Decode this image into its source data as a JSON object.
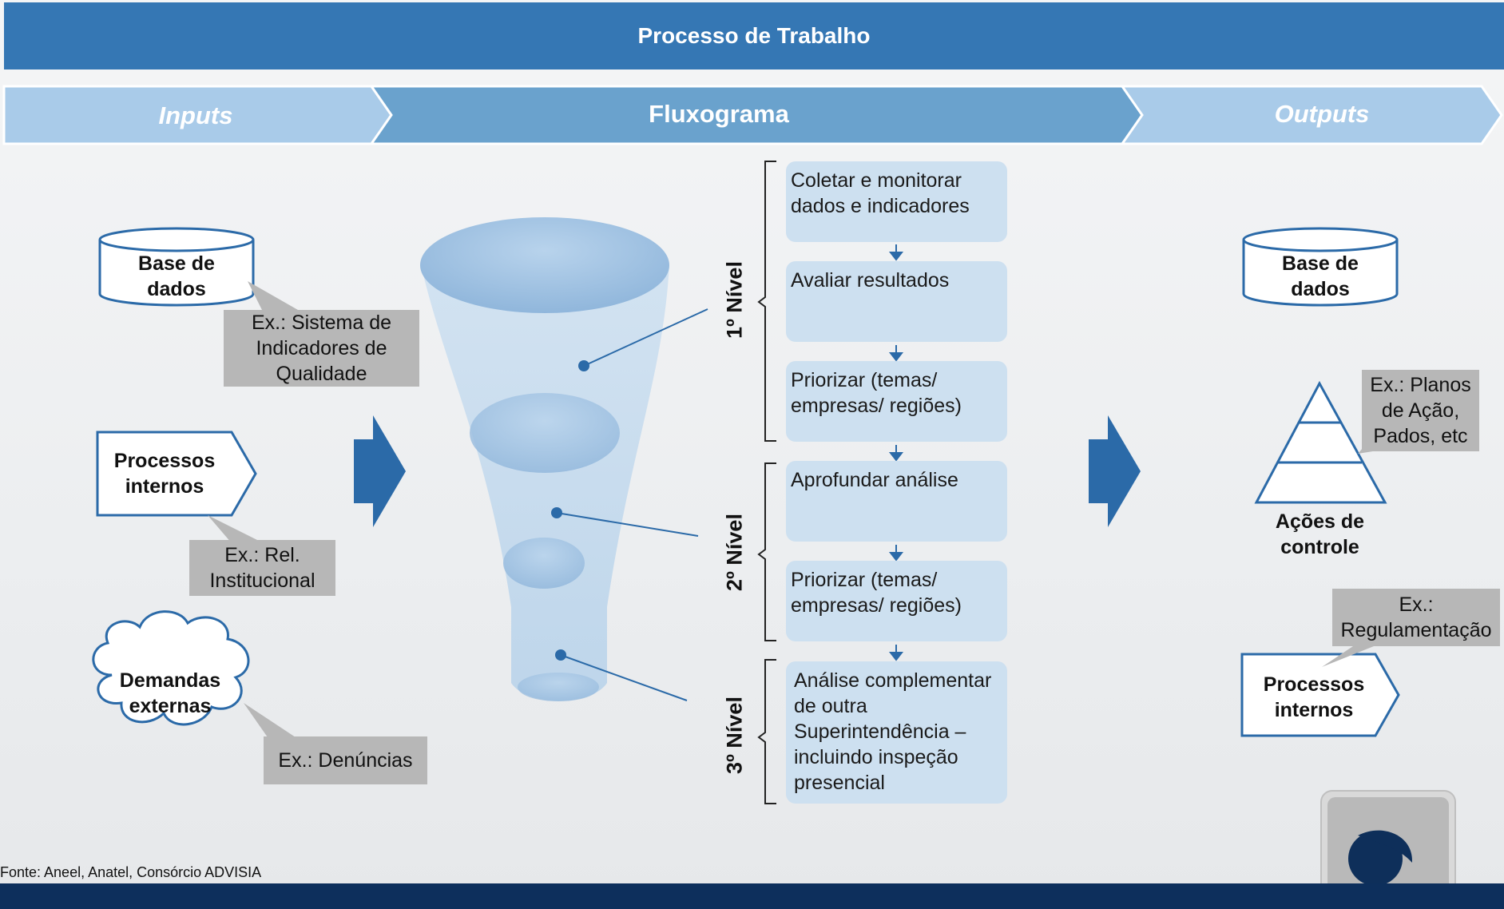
{
  "header": {
    "title": "Processo de Trabalho"
  },
  "stages": {
    "inputs": "Inputs",
    "flowchart": "Fluxograma",
    "outputs": "Outputs"
  },
  "inputs": {
    "database": {
      "label": "Base de dados",
      "line1": "Base de",
      "line2": "dados",
      "example": [
        "Ex.: Sistema de",
        "Indicadores de",
        "Qualidade"
      ]
    },
    "internal": {
      "line1": "Processos",
      "line2": "internos",
      "example": [
        "Ex.: Rel.",
        "Institucional"
      ]
    },
    "external": {
      "line1": "Demandas",
      "line2": "externas",
      "example": [
        "Ex.: Denúncias"
      ]
    }
  },
  "levels": [
    "1º Nível",
    "2º Nível",
    "3º Nível"
  ],
  "steps": [
    {
      "lines": [
        "Coletar e monitorar",
        "dados e indicadores"
      ]
    },
    {
      "lines": [
        "Avaliar resultados"
      ]
    },
    {
      "lines": [
        "Priorizar (temas/",
        "empresas/ regiões)"
      ]
    },
    {
      "lines": [
        "Aprofundar análise"
      ]
    },
    {
      "lines": [
        "Priorizar (temas/",
        "empresas/ regiões)"
      ]
    },
    {
      "lines": [
        "Análise complementar",
        "de outra",
        "Superintendência –",
        "incluindo  inspeção",
        "presencial"
      ]
    }
  ],
  "outputs": {
    "database": {
      "line1": "Base de",
      "line2": "dados"
    },
    "actions": {
      "line1": "Ações de",
      "line2": "controle",
      "example": [
        "Ex.: Planos",
        "de Ação,",
        "Pados, etc"
      ]
    },
    "internal": {
      "line1": "Processos",
      "line2": "internos",
      "example": [
        "Ex.:",
        "Regulamentação"
      ]
    }
  },
  "source": "Fonte: Aneel, Anatel, Consórcio ADVISIA",
  "colors": {
    "primary": "#3577b4",
    "band_light": "#a9cbe9",
    "band_mid": "#6aa2cd",
    "step_fill": "#cde0f0",
    "callout": "#b7b7b7",
    "footer": "#0d2f5c"
  }
}
